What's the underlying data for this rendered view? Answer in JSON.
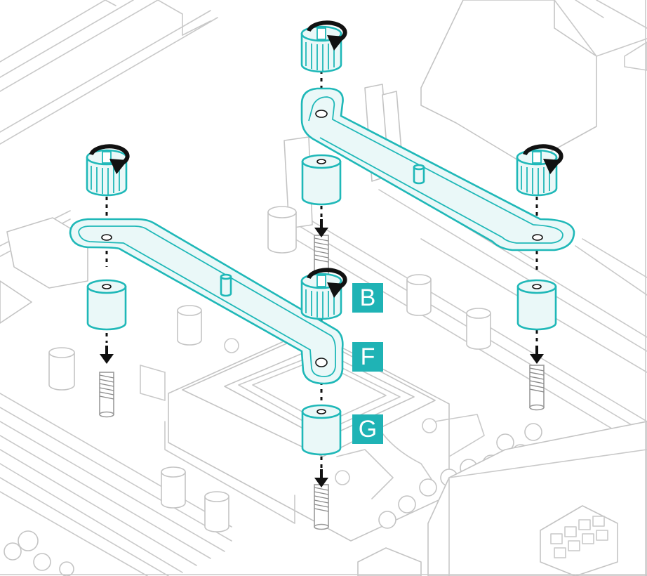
{
  "labels": {
    "b": "B",
    "f": "F",
    "g": "G"
  },
  "colors": {
    "accent": "#1fb3b5",
    "part_fill": "#eaf8f8",
    "line_art": "#c9c9c9",
    "arrow": "#111111"
  },
  "icons": {
    "rotate": "clockwise-rotation-icon",
    "down": "down-arrow-icon"
  }
}
